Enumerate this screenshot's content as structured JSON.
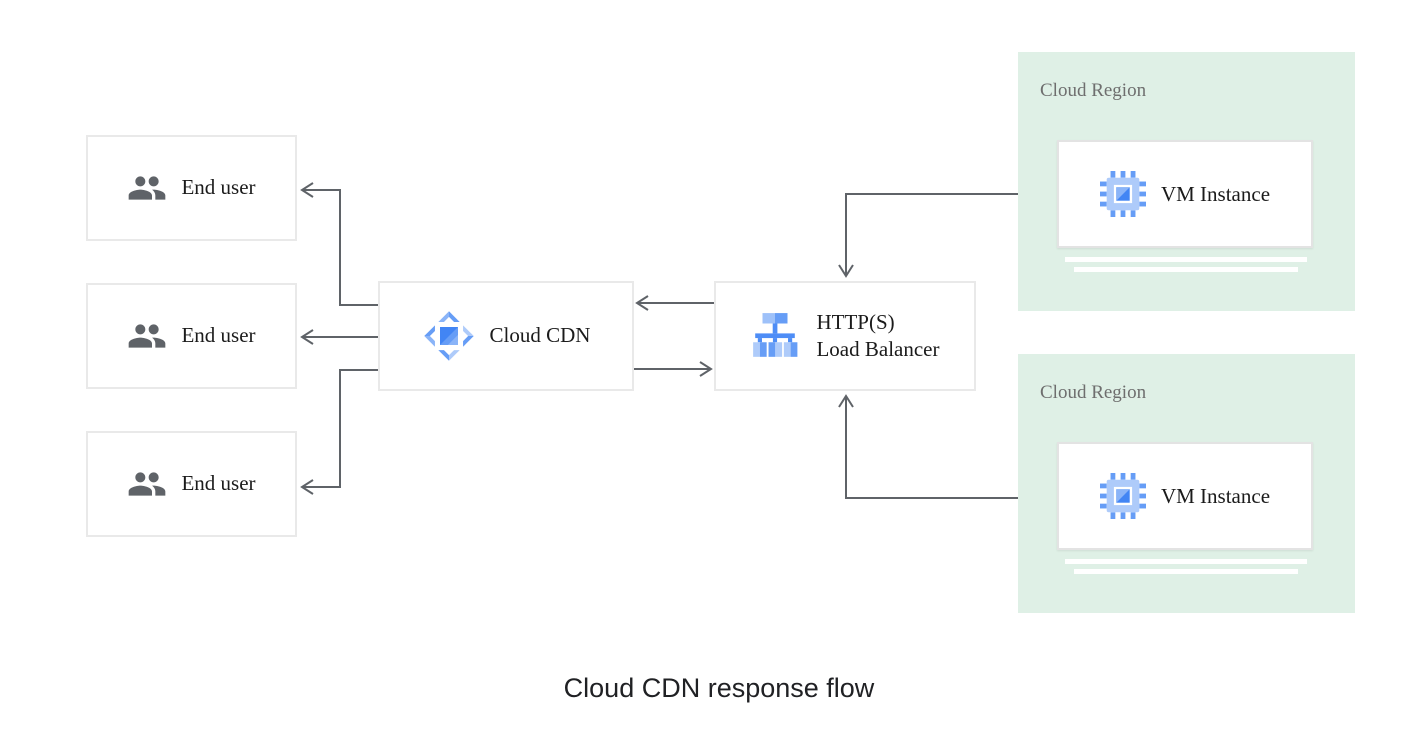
{
  "diagram": {
    "title": "Cloud CDN response flow",
    "end_users": [
      {
        "label": "End user"
      },
      {
        "label": "End user"
      },
      {
        "label": "End user"
      }
    ],
    "cdn": {
      "label": "Cloud CDN"
    },
    "load_balancer": {
      "line1": "HTTP(S)",
      "line2": "Load Balancer"
    },
    "regions": [
      {
        "label": "Cloud Region",
        "vm": {
          "label": "VM Instance"
        }
      },
      {
        "label": "Cloud Region",
        "vm": {
          "label": "VM Instance"
        }
      }
    ],
    "icons": {
      "end_user": "people-icon",
      "cdn": "cloud-cdn-icon",
      "load_balancer": "load-balancer-icon",
      "vm": "compute-engine-chip-icon"
    },
    "colors": {
      "region_background": "#dff0e6",
      "box_border": "#e9e9e9",
      "arrow": "#5f6368",
      "blue_dark": "#4285f4",
      "blue_medium": "#669df6",
      "blue_pale": "#8ab4f8",
      "blue_light": "#aecbfa",
      "people_icon_gray": "#5f6368",
      "region_label_gray": "#6e6e6e",
      "node_label": "#1b1b1b",
      "title_color": "#202124"
    }
  }
}
